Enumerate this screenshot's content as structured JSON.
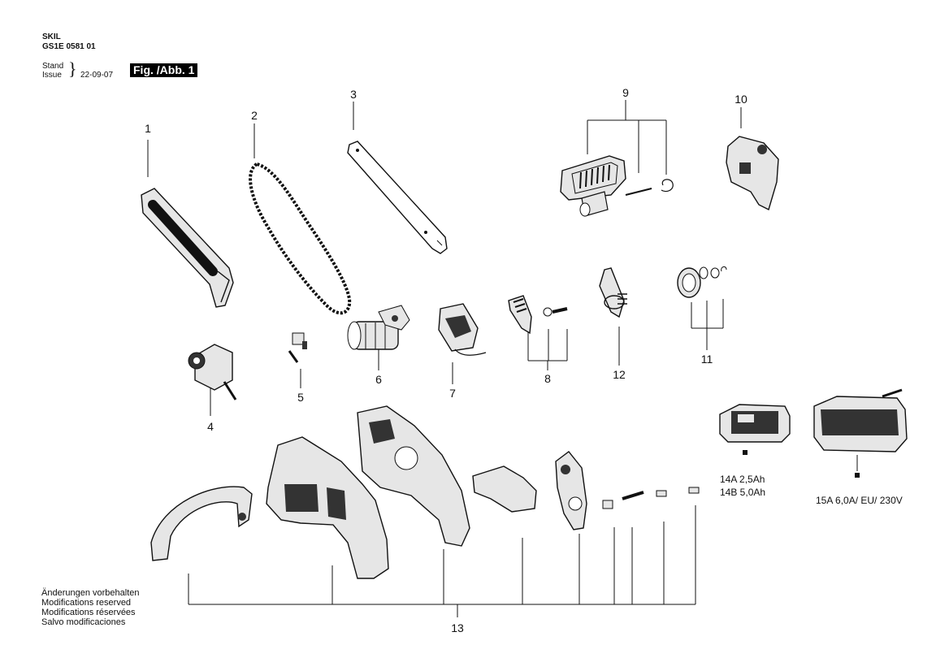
{
  "header": {
    "brand": "SKIL",
    "model": "GS1E 0581 01",
    "stand_label": "Stand",
    "issue_label": "Issue",
    "date": "22-09-07",
    "figure": "Fig. /Abb. 1"
  },
  "parts": [
    {
      "num": "1"
    },
    {
      "num": "2"
    },
    {
      "num": "3"
    },
    {
      "num": "4"
    },
    {
      "num": "5"
    },
    {
      "num": "6"
    },
    {
      "num": "7"
    },
    {
      "num": "8"
    },
    {
      "num": "9"
    },
    {
      "num": "10"
    },
    {
      "num": "11"
    },
    {
      "num": "12"
    },
    {
      "num": "13"
    }
  ],
  "accessories": {
    "battery": {
      "line1": "14A  2,5Ah",
      "line2": "14B  5,0Ah"
    },
    "charger": {
      "line1": "15A  6,0A/ EU/ 230V"
    }
  },
  "notes": [
    "Änderungen vorbehalten",
    "Modifications reserved",
    "Modifications réservées",
    "Salvo modificaciones"
  ],
  "colors": {
    "line": "#111111",
    "part_fill": "#e6e6e6",
    "part_dark": "#333333"
  }
}
